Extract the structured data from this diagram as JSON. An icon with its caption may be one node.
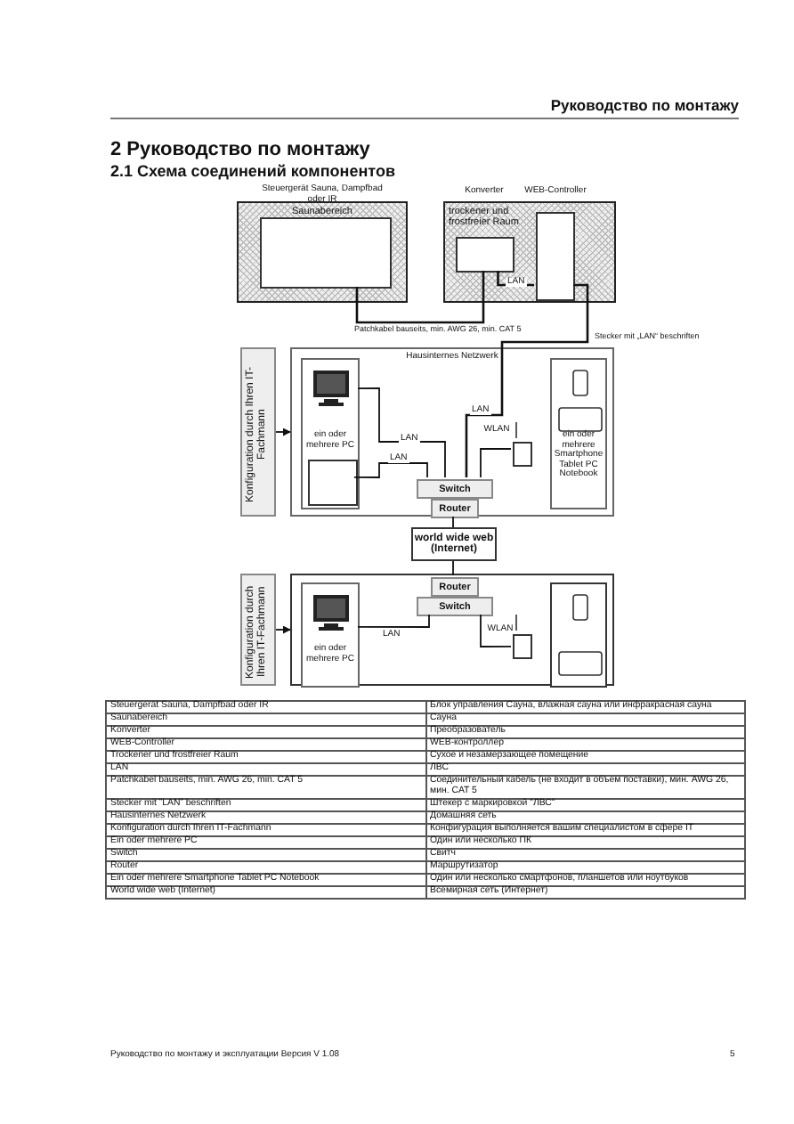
{
  "diagram": {
    "title": "2.1 Схема соединений компонентов",
    "nodes": [
      {
        "text": [
          "Saunabereich"
        ],
        "beside": [
          "Steuergerät Sauna, Dampfbad oder IR"
        ]
      },
      {
        "text": [],
        "shape": "box",
        "in": 0
      },
      {
        "text": [
          "trockener und frostfreier Raum"
        ]
      },
      {
        "text": [],
        "shape": "box",
        "in": 2
      },
      {
        "text": [],
        "shape": "box",
        "in": 2
      },
      {
        "text": [
          "Hausinternes Netzwerk"
        ]
      },
      {
        "text": [
          "ein oder mehrere PC"
        ],
        "in": 5
      },
      {
        "text": [],
        "shape": "box",
        "in": 6
      },
      {
        "text": [
          "Switch"
        ],
        "in": 5
      },
      {
        "text": [
          "Router"
        ],
        "in": 5
      },
      {
        "text": [],
        "shape": "box",
        "in": 5,
        "beside": [
          "WLAN"
        ]
      },
      {
        "text": [
          "ein oder mehrere Smartphone Tablet PC Notebook"
        ],
        "in": 5
      },
      {
        "text": [
          "Konfiguration durch Ihren IT-Fachmann"
        ]
      },
      {
        "text": [
          "world wide web (Internet)"
        ]
      },
      {
        "text": [],
        "shape": "box"
      },
      {
        "text": [
          "Router"
        ],
        "in": 14
      },
      {
        "text": [
          "Switch"
        ],
        "in": 14
      },
      {
        "text": [
          "ein oder mehrere PC"
        ],
        "in": 14
      },
      {
        "text": [],
        "shape": "box",
        "in": 14,
        "beside": [
          "WLAN"
        ]
      },
      {
        "text": [],
        "shape": "box",
        "in": 14
      },
      {
        "text": [
          "Konfiguration durch Ihren IT-Fachmann"
        ]
      }
    ],
    "edges": [
      {
        "from": 1,
        "to": 3,
        "arrow": "none",
        "label": "Patchkabel bauseits, min. AWG 26, min. CAT 5"
      },
      {
        "from": 3,
        "to": 4,
        "arrow": "none",
        "label": "LAN"
      },
      {
        "from": 4,
        "to": 8,
        "arrow": "none",
        "label": "LAN"
      },
      {
        "from": 6,
        "to": 8,
        "arrow": "none",
        "label": "LAN"
      },
      {
        "from": 7,
        "to": 8,
        "arrow": "none",
        "label": "LAN"
      },
      {
        "from": 10,
        "to": 8,
        "arrow": "none"
      },
      {
        "from": 9,
        "to": 13,
        "arrow": "none"
      },
      {
        "from": 13,
        "to": 15,
        "arrow": "none"
      },
      {
        "from": 17,
        "to": 16,
        "arrow": "none",
        "label": "LAN"
      },
      {
        "from": 18,
        "to": 16,
        "arrow": "none"
      },
      {
        "from": 12,
        "to": 5,
        "arrow": "to"
      },
      {
        "from": 20,
        "to": 14,
        "arrow": "to"
      }
    ],
    "labels": [
      "Руководство по монтажу",
      "2 Руководство по монтажу",
      "Konverter",
      "WEB-Controller",
      "Stecker mit „LAN“ beschriften",
      "Steuergerät Sauna, Dampfbad oder IR",
      "Блок управления Сауна, влажная сауна или инфракрасная сауна",
      "Saunabereich",
      "Сауна",
      "Konverter",
      "Преобразователь",
      "WEB-Controller",
      "WEB-контроллер",
      "Trockener und frostfreier Raum",
      "Сухое и незамерзающее помещение",
      "LAN",
      "ЛВС",
      "Patchkabel bauseits, min. AWG 26, min. CAT 5",
      "Соединительный кабель (не входит в объем поставки), мин. AWG 26, мин. CAT 5",
      "Stecker mit ˮLANˮ beschriften",
      "Штекер с маркировкой \"ЛВС\"",
      "Hausinternes Netzwerk",
      "Домашняя сеть",
      "Konfiguration durch Ihren IT-Fachmann",
      "Конфигурация выполняется вашим специалистом в сфере IT",
      "Ein oder mehrere PC",
      "Один или несколько ПК",
      "Switch",
      "Свитч",
      "Router",
      "Маршрутизатор",
      "Ein oder mehrere Smartphone Tablet PC Notebook",
      "Один или несколько смартфонов, планшетов или ноутбуков",
      "World wide web (Internet)",
      "Всемирная сеть (Интернет)",
      "Руководство по монтажу и эксплуатации Версия V 1.08",
      "5"
    ]
  }
}
